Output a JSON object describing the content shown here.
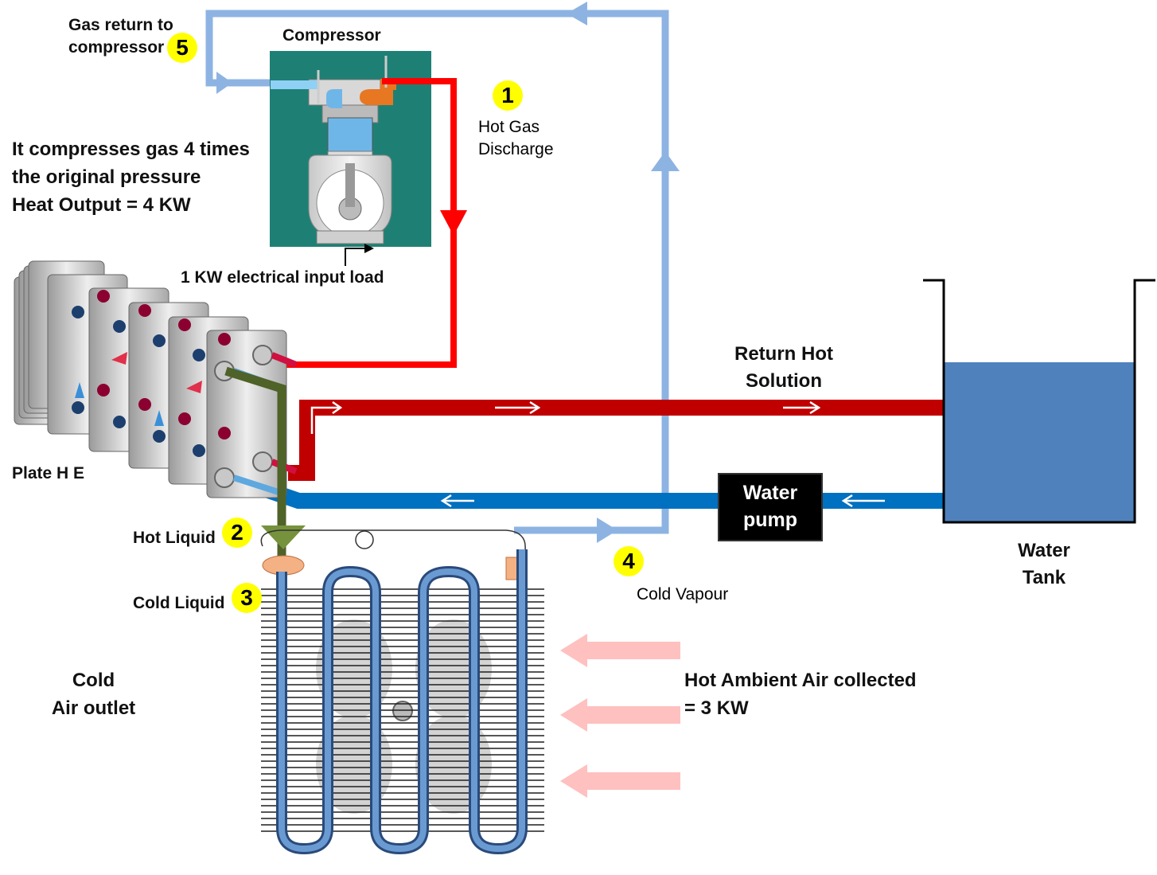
{
  "labels": {
    "gas_return_line1": "Gas return to",
    "gas_return_line2": "compressor",
    "compressor": "Compressor",
    "hot_gas_line1": "Hot Gas",
    "hot_gas_line2": "Discharge",
    "compress_line1": "It compresses gas 4 times",
    "compress_line2": "the original pressure",
    "compress_line3": "Heat Output = 4 KW",
    "electrical_input": "1 KW electrical input load",
    "return_hot_line1": "Return Hot",
    "return_hot_line2": "Solution",
    "plate_he": "Plate H E",
    "water_pump_line1": "Water",
    "water_pump_line2": "pump",
    "water_tank_line1": "Water",
    "water_tank_line2": "Tank",
    "hot_liquid": "Hot Liquid",
    "cold_liquid": "Cold Liquid",
    "cold_vapour": "Cold Vapour",
    "cold_air_line1": "Cold",
    "cold_air_line2": "Air outlet",
    "ambient_line1": "Hot Ambient Air collected",
    "ambient_line2": "= 3 KW"
  },
  "badges": {
    "one": "1",
    "two": "2",
    "three": "3",
    "four": "4",
    "five": "5"
  },
  "colors": {
    "gas_line": "#8db3e2",
    "hot_gas_line": "#ff0000",
    "return_hot_line": "#c00000",
    "cold_water_line": "#0070c0",
    "liquid_line": "#4f6228",
    "tank_water": "#4f81bd",
    "compressor_bg": "#1e8074",
    "badge": "#ffff00",
    "ambient_arrow": "#ffc0c0"
  }
}
